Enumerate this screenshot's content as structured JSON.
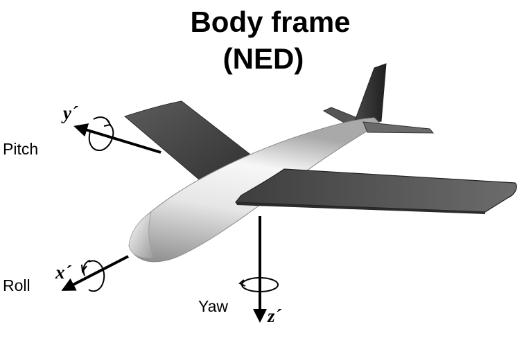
{
  "title": {
    "line1": "Body frame",
    "line2": "(NED)"
  },
  "rotation_labels": {
    "pitch": "Pitch",
    "roll": "Roll",
    "yaw": "Yaw"
  },
  "axis_labels": {
    "y": "y´",
    "x": "x´",
    "z": "z´"
  }
}
